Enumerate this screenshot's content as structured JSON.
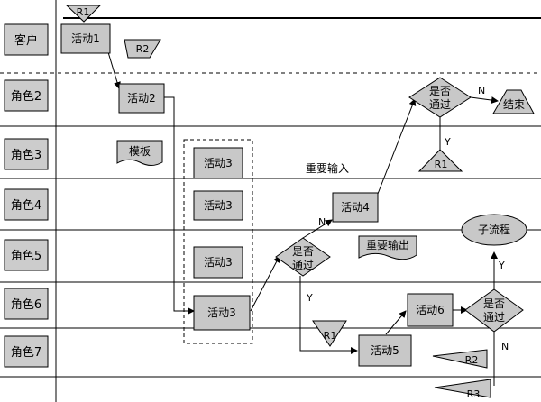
{
  "lanes": [
    "客户",
    "角色2",
    "角色3",
    "角色4",
    "角色5",
    "角色6",
    "角色7"
  ],
  "nodes": {
    "activity1": "活动1",
    "activity2": "活动2",
    "activity3a": "活动3",
    "activity3b": "活动3",
    "activity3c": "活动3",
    "activity3d": "活动3",
    "activity4": "活动4",
    "activity5": "活动5",
    "activity6": "活动6",
    "decision1_line1": "是否",
    "decision1_line2": "通过",
    "decision2_line1": "是否",
    "decision2_line2": "通过",
    "decision3_line1": "是否",
    "decision3_line2": "通过",
    "end": "结束",
    "subprocess": "子流程",
    "template_doc": "模板",
    "key_output_doc": "重要输出",
    "key_input": "重要输入"
  },
  "flags": {
    "r1_top": "R1",
    "r2_top": "R2",
    "r1_role3": "R1",
    "r1_role7": "R1",
    "r2_bottom": "R2",
    "r3_bottom": "R3"
  },
  "edge_labels": {
    "decision2_no": "N",
    "decision2_yes": "Y",
    "decision1_no": "N",
    "decision1_yes": "Y",
    "decision3_yes": "Y",
    "decision3_no": "N"
  },
  "colors": {
    "lane_label_fill": "#cccccc",
    "node_fill": "#c8c8c8",
    "line": "#000000"
  }
}
